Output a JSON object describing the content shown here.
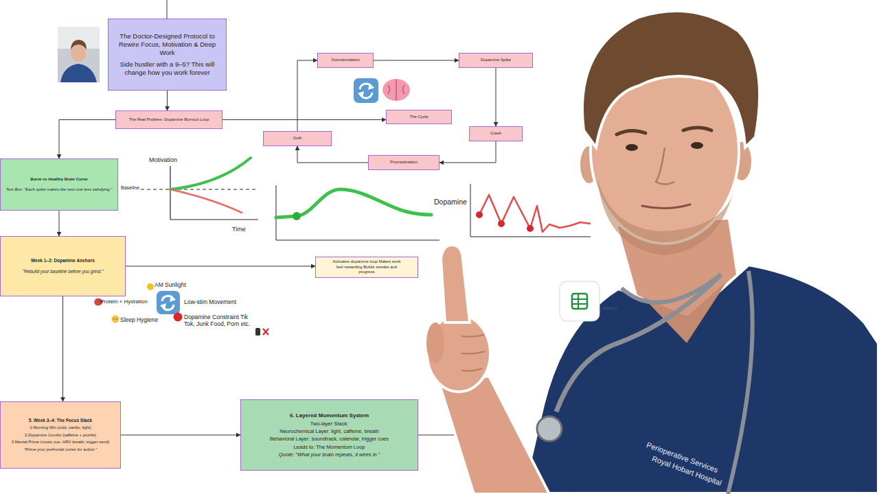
{
  "diagram": {
    "nodes": [
      {
        "text": [
          "The Doctor-Designed Protocol to Rewire Focus, Motivation & Deep Work",
          "Side hustler with a 9–5? This will change how you work forever"
        ]
      },
      {
        "text": [
          "The Real Problem: Dopamine Burnout Loop"
        ]
      },
      {
        "text": [
          "Overstimulation"
        ]
      },
      {
        "text": [
          "Dopamine Spike"
        ]
      },
      {
        "text": [
          "The Cycle"
        ]
      },
      {
        "text": [
          "Guilt"
        ]
      },
      {
        "text": [
          "Crash"
        ]
      },
      {
        "text": [
          "Procrastination"
        ]
      },
      {
        "text": [
          "Burnt vs Healthy Brain Curve",
          "Text Box: \"Each spike makes the next one less satisfying.\""
        ]
      },
      {
        "text": [
          "Week 1–2: Dopamine Anchors",
          "\"Rebuild your baseline before you grind.\""
        ]
      },
      {
        "text": [
          "Activates dopamine loop Makes work feel rewarding Builds streaks and progress"
        ]
      },
      {
        "text": [
          "5. Week 3–4: The Focus Stack",
          "1.Morning Win (cold, cardio, light)",
          "2.Dopamine Combo (caffeine + puzzle)",
          "3.Mental Prime (music cue, HRV breath, trigger word)",
          "\"Prime your prefrontal cortex for action.\""
        ]
      },
      {
        "text": [
          "6. Layered Momentum System",
          "Two-layer Stack:",
          "Neurochemical Layer: light, caffeine, breath",
          "Behavioral Layer: soundtrack, calendar, trigger cues",
          "Leads to: The Momentum Loop",
          "Quote: \"What your brain repeats, it wires in.\""
        ]
      }
    ],
    "edges": [
      {
        "from": 0,
        "to": 1,
        "arrow": "to"
      },
      {
        "from": 1,
        "to": 8,
        "arrow": "to"
      },
      {
        "from": 1,
        "to": 4,
        "arrow": "to"
      },
      {
        "from": 5,
        "to": 2,
        "arrow": "to"
      },
      {
        "from": 2,
        "to": 3,
        "arrow": "to"
      },
      {
        "from": 3,
        "to": 6,
        "arrow": "to"
      },
      {
        "from": 6,
        "to": 7,
        "arrow": "to"
      },
      {
        "from": 7,
        "to": 5,
        "arrow": "to"
      },
      {
        "from": 8,
        "to": 9,
        "arrow": "to"
      },
      {
        "from": 9,
        "to": 10,
        "arrow": "to"
      },
      {
        "from": 9,
        "to": 11,
        "arrow": "to"
      },
      {
        "from": 11,
        "to": 12,
        "arrow": "to"
      }
    ],
    "labels": [
      "AM Sunlight",
      "Protein + Hydration",
      "Low-stim Movement",
      "Sleep Hygiene",
      "Dopamine Constraint Tik Tok, Junk Food, Porn etc.",
      "Motivation",
      "Baseline",
      "Time",
      "Dopamine",
      "Column 1",
      "Perioperative Services",
      "Royal Hobart Hospital"
    ]
  }
}
